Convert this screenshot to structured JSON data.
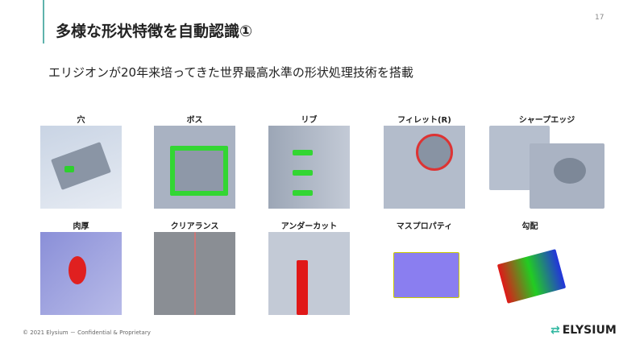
{
  "slide": {
    "title": "多様な形状特徴を自動認識①",
    "page_number": "17",
    "subtitle": "エリジオンが20年来培ってきた世界最高水準の形状処理技術を搭載"
  },
  "features": [
    {
      "label": "穴"
    },
    {
      "label": "ボス"
    },
    {
      "label": "リブ"
    },
    {
      "label": "フィレット(R)"
    },
    {
      "label": "シャープエッジ"
    },
    {
      "label": "肉厚"
    },
    {
      "label": "クリアランス"
    },
    {
      "label": "アンダーカット"
    },
    {
      "label": "マスプロパティ"
    },
    {
      "label": "勾配"
    }
  ],
  "footer": {
    "copyright": "© 2021 Elysium － Confidential & Proprietary",
    "logo": "ELYSIUM"
  }
}
